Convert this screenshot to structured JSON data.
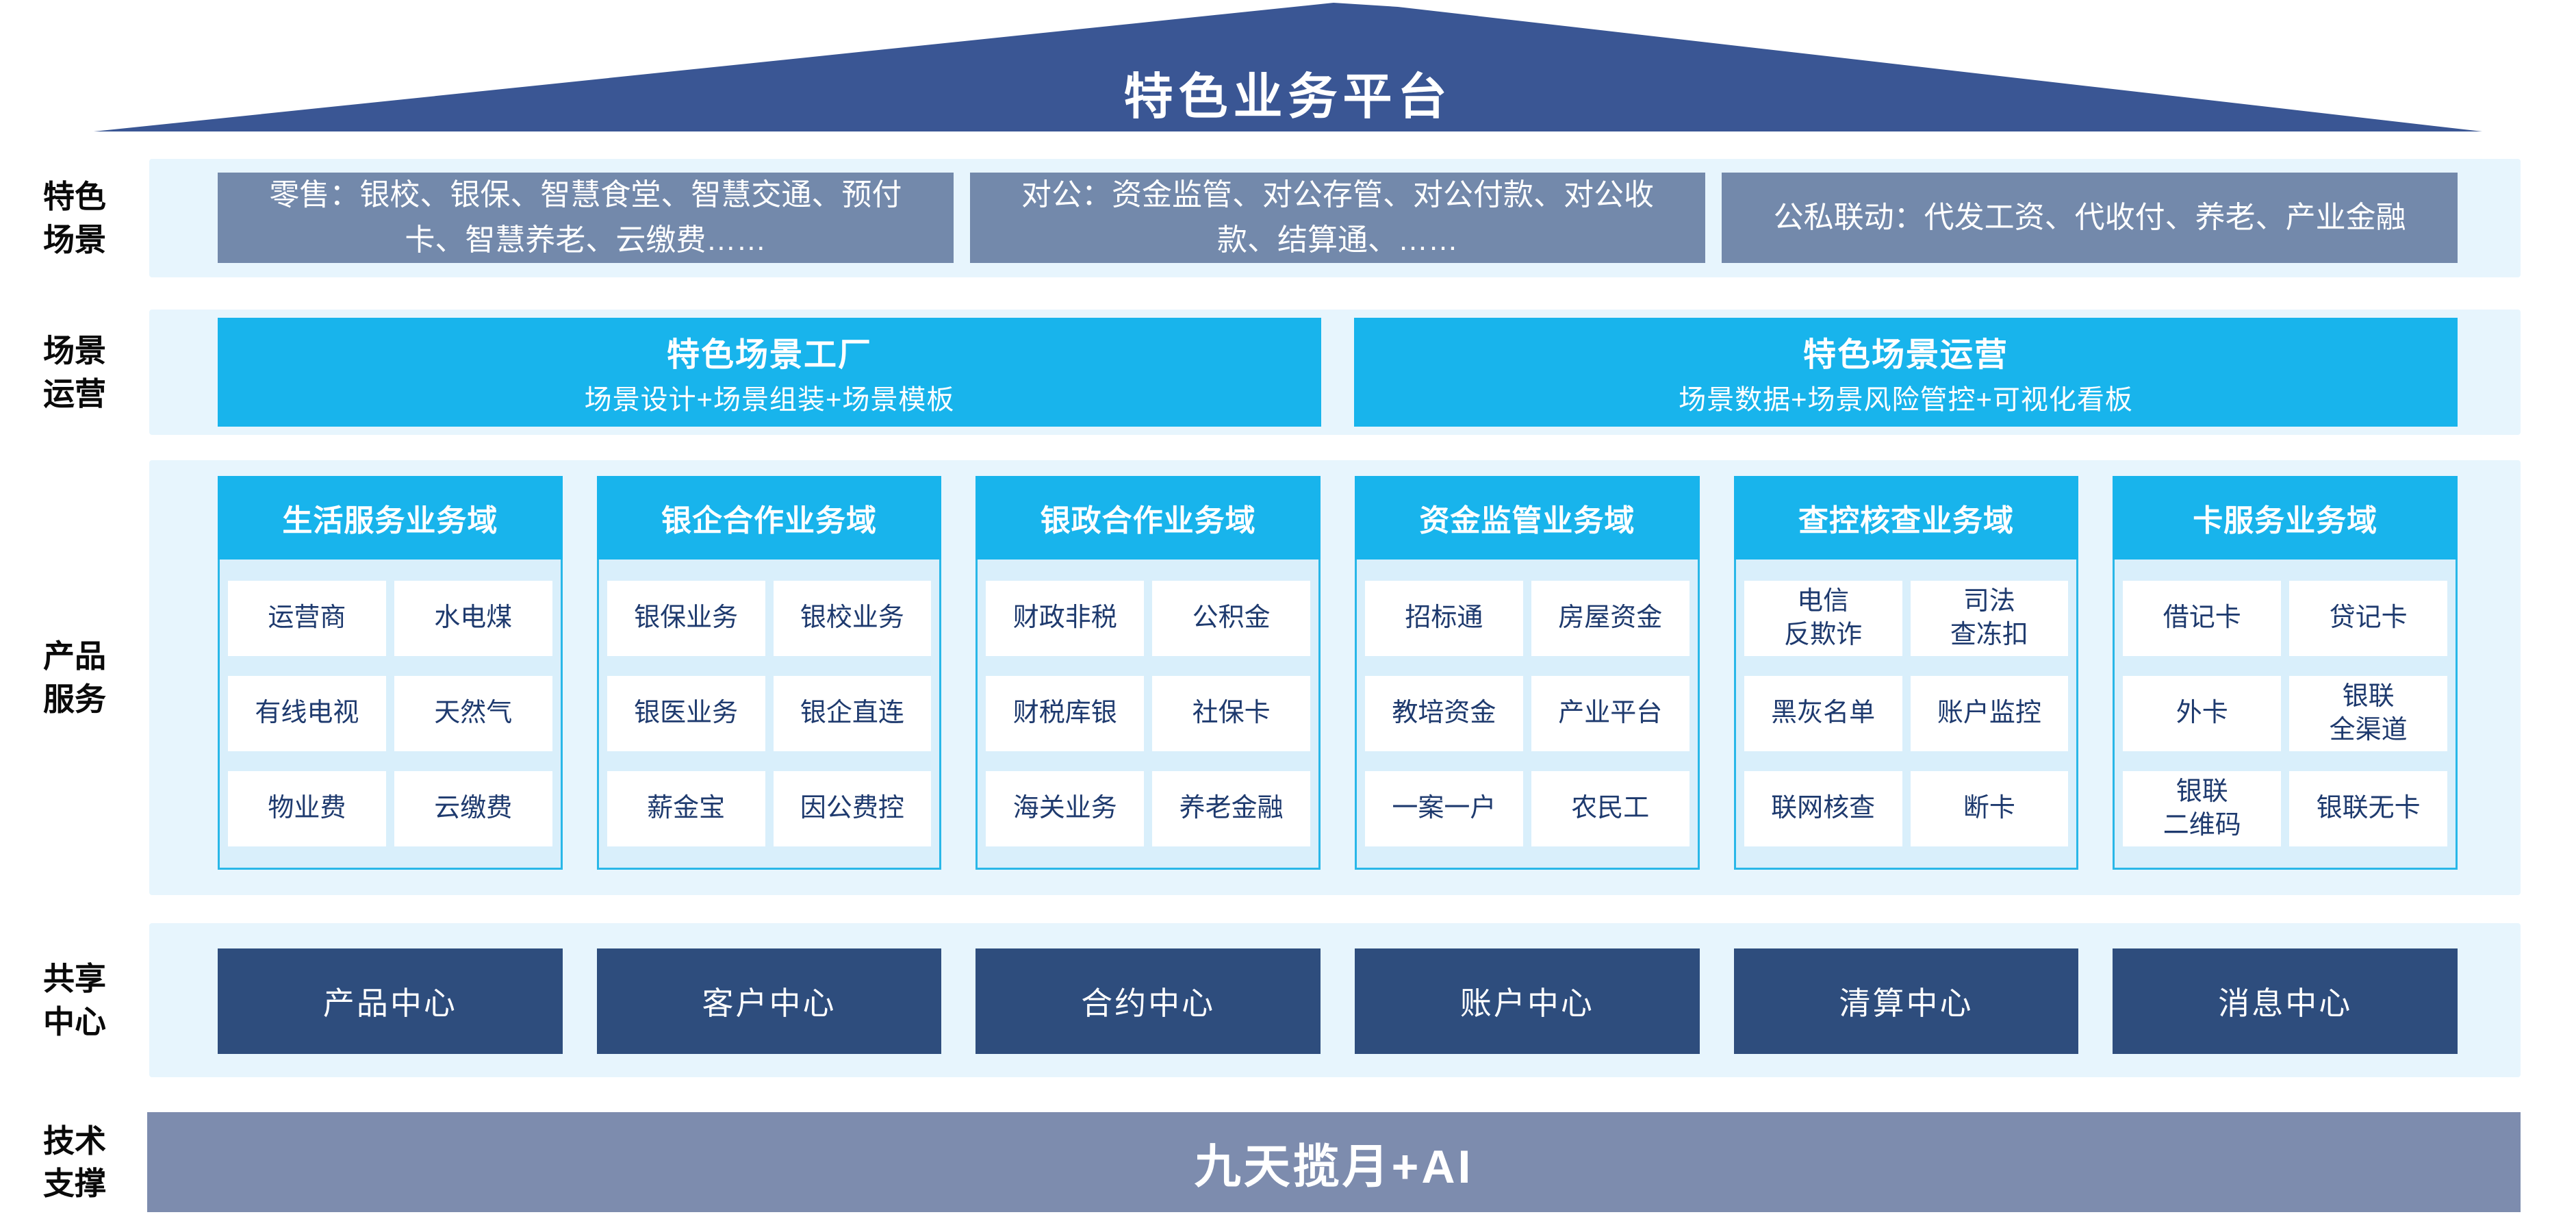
{
  "title": "特色业务平台",
  "rows": {
    "scenes": {
      "label": "特色\n场景",
      "boxes": [
        "零售：银校、银保、智慧食堂、智慧交通、预付卡、智慧养老、云缴费……",
        "对公：资金监管、对公存管、对公付款、对公收款、结算通、……",
        "公私联动：代发工资、代收付、养老、产业金融"
      ]
    },
    "operations": {
      "label": "场景\n运营",
      "boxes": [
        {
          "title": "特色场景工厂",
          "subtitle": "场景设计+场景组装+场景模板"
        },
        {
          "title": "特色场景运营",
          "subtitle": "场景数据+场景风险管控+可视化看板"
        }
      ]
    },
    "products": {
      "label": "产品\n服务",
      "columns": [
        {
          "header": "生活服务业务域",
          "cells": [
            "运营商",
            "水电煤",
            "有线电视",
            "天然气",
            "物业费",
            "云缴费"
          ]
        },
        {
          "header": "银企合作业务域",
          "cells": [
            "银保业务",
            "银校业务",
            "银医业务",
            "银企直连",
            "薪金宝",
            "因公费控"
          ]
        },
        {
          "header": "银政合作业务域",
          "cells": [
            "财政非税",
            "公积金",
            "财税库银",
            "社保卡",
            "海关业务",
            "养老金融"
          ]
        },
        {
          "header": "资金监管业务域",
          "cells": [
            "招标通",
            "房屋资金",
            "教培资金",
            "产业平台",
            "一案一户",
            "农民工"
          ]
        },
        {
          "header": "查控核查业务域",
          "cells": [
            "电信\n反欺诈",
            "司法\n查冻扣",
            "黑灰名单",
            "账户监控",
            "联网核查",
            "断卡"
          ]
        },
        {
          "header": "卡服务业务域",
          "cells": [
            "借记卡",
            "贷记卡",
            "外卡",
            "银联\n全渠道",
            "银联\n二维码",
            "银联无卡"
          ]
        }
      ]
    },
    "shared": {
      "label": "共享\n中心",
      "boxes": [
        "产品中心",
        "客户中心",
        "合约中心",
        "账户中心",
        "清算中心",
        "消息中心"
      ]
    },
    "tech": {
      "label": "技术\n支撑",
      "box": "九天揽月+AI"
    }
  },
  "colors": {
    "roof-navy": "#3A5694",
    "band-bg": "#E7F5FD",
    "steel-blue": "#7389AB",
    "cyan": "#18B4EC",
    "panel-fill": "#D9EFFB",
    "panel-border": "#29B7E8",
    "cell-text": "#1E3A6E",
    "center-navy": "#2E4D7D",
    "tech-gray": "#7D8CAE"
  }
}
